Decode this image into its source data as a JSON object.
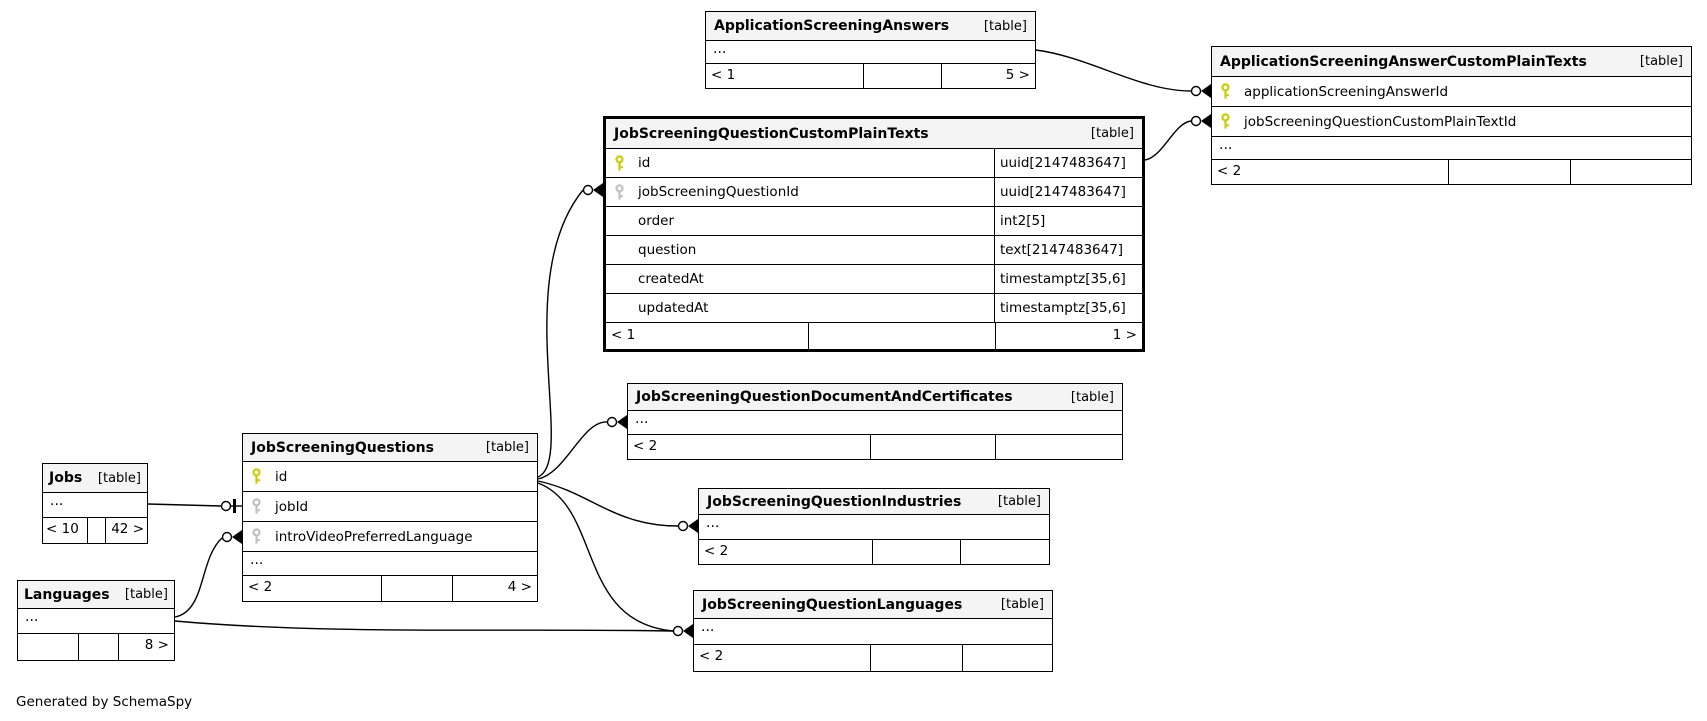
{
  "diagram": {
    "generator_note": "Generated by SchemaSpy"
  },
  "colors": {
    "primary_key": "#cccc00",
    "foreign_key": "#c0c0c0",
    "header_bg": "#f4f4f4",
    "border": "#000000",
    "background": "#ffffff"
  },
  "tables": [
    {
      "name": "ApplicationScreeningAnswers",
      "tag": "[table]",
      "ellipsis": "...",
      "footer": {
        "left": "< 1",
        "mid": "",
        "right": "5 >"
      }
    },
    {
      "name": "ApplicationScreeningAnswerCustomPlainTexts",
      "tag": "[table]",
      "rows": [
        {
          "key": "pk",
          "name": "applicationScreeningAnswerId"
        },
        {
          "key": "pk",
          "name": "jobScreeningQuestionCustomPlainTextId"
        }
      ],
      "ellipsis": "...",
      "footer": {
        "left": "< 2",
        "mid": "",
        "right": ""
      }
    },
    {
      "name": "JobScreeningQuestionCustomPlainTexts",
      "tag": "[table]",
      "rows": [
        {
          "key": "pk",
          "name": "id",
          "type": "uuid[2147483647]"
        },
        {
          "key": "fk",
          "name": "jobScreeningQuestionId",
          "type": "uuid[2147483647]"
        },
        {
          "key": "",
          "name": "order",
          "type": "int2[5]"
        },
        {
          "key": "",
          "name": "question",
          "type": "text[2147483647]"
        },
        {
          "key": "",
          "name": "createdAt",
          "type": "timestamptz[35,6]"
        },
        {
          "key": "",
          "name": "updatedAt",
          "type": "timestamptz[35,6]"
        }
      ],
      "footer": {
        "left": "< 1",
        "mid": "",
        "right": "1 >"
      }
    },
    {
      "name": "JobScreeningQuestionDocumentAndCertificates",
      "tag": "[table]",
      "ellipsis": "...",
      "footer": {
        "left": "< 2",
        "mid": "",
        "right": ""
      }
    },
    {
      "name": "JobScreeningQuestions",
      "tag": "[table]",
      "rows": [
        {
          "key": "pk",
          "name": "id"
        },
        {
          "key": "fk",
          "name": "jobId"
        },
        {
          "key": "fk",
          "name": "introVideoPreferredLanguage"
        }
      ],
      "ellipsis": "...",
      "footer": {
        "left": "< 2",
        "mid": "",
        "right": "4 >"
      }
    },
    {
      "name": "Jobs",
      "tag": "[table]",
      "ellipsis": "...",
      "footer": {
        "left": "< 10",
        "mid": "",
        "right": "42 >"
      }
    },
    {
      "name": "Languages",
      "tag": "[table]",
      "ellipsis": "...",
      "footer": {
        "left": "",
        "mid": "",
        "right": "8 >"
      }
    },
    {
      "name": "JobScreeningQuestionIndustries",
      "tag": "[table]",
      "ellipsis": "...",
      "footer": {
        "left": "< 2",
        "mid": "",
        "right": ""
      }
    },
    {
      "name": "JobScreeningQuestionLanguages",
      "tag": "[table]",
      "ellipsis": "...",
      "footer": {
        "left": "< 2",
        "mid": "",
        "right": ""
      }
    }
  ],
  "relationships": [
    {
      "from": "ApplicationScreeningAnswers",
      "to": "ApplicationScreeningAnswerCustomPlainTexts.applicationScreeningAnswerId"
    },
    {
      "from": "JobScreeningQuestionCustomPlainTexts.id",
      "to": "ApplicationScreeningAnswerCustomPlainTexts.jobScreeningQuestionCustomPlainTextId"
    },
    {
      "from": "JobScreeningQuestions.id",
      "to": "JobScreeningQuestionCustomPlainTexts.jobScreeningQuestionId"
    },
    {
      "from": "JobScreeningQuestions.id",
      "to": "JobScreeningQuestionDocumentAndCertificates"
    },
    {
      "from": "JobScreeningQuestions.id",
      "to": "JobScreeningQuestionIndustries"
    },
    {
      "from": "JobScreeningQuestions.id",
      "to": "JobScreeningQuestionLanguages"
    },
    {
      "from": "Jobs",
      "to": "JobScreeningQuestions.jobId"
    },
    {
      "from": "Languages",
      "to": "JobScreeningQuestions.introVideoPreferredLanguage"
    },
    {
      "from": "Languages",
      "to": "JobScreeningQuestionLanguages"
    }
  ]
}
